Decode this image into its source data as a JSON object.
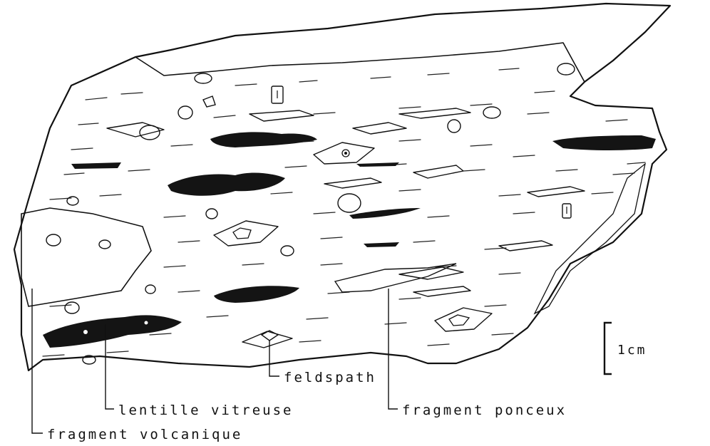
{
  "labels": {
    "feldspar": "feldspath",
    "glass_lens": "lentille vitreuse",
    "pumice_fragment": "fragment ponceux",
    "volcanic_fragment": "fragment volcanique"
  },
  "scale_bar": {
    "label": "1cm"
  },
  "colors": {
    "ink": "#111111",
    "paper": "#ffffff",
    "glass_fill": "#141414"
  }
}
